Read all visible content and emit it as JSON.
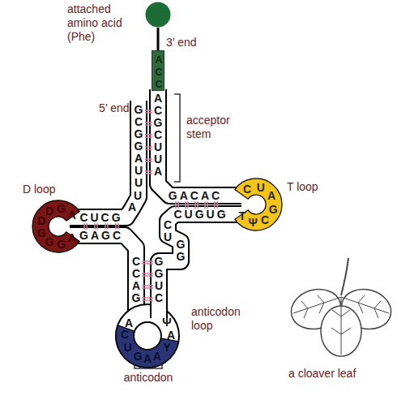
{
  "diagram": {
    "nodes": [
      {
        "text": [
          "attached amino acid (Phe)"
        ]
      },
      {
        "text": [
          "A C C"
        ]
      },
      {
        "text": [
          "D loop",
          "A",
          "G",
          "D",
          "D",
          "G",
          "G",
          "G",
          "A"
        ]
      },
      {
        "text": [
          "T loop",
          "C",
          "U",
          "A",
          "G",
          "C",
          "Ψ",
          "T"
        ]
      },
      {
        "text": [
          "anticodon loop",
          "C",
          "U",
          "G",
          "A",
          "A",
          "Y"
        ]
      }
    ],
    "edges": [
      {
        "from": 0,
        "to": 1,
        "arrow": "none"
      }
    ],
    "labels": [
      "3’ end",
      "5’ end",
      "acceptor stem",
      "G C G G A U U",
      "A C G C U U A",
      "U",
      "A",
      "CUCG",
      "GAGC",
      "GACAC",
      "CUGUG",
      "C U",
      "G G",
      "C C A G",
      "G G U C",
      "A",
      "Ψ",
      "A",
      "anticodon",
      "a cloaver leaf"
    ]
  }
}
